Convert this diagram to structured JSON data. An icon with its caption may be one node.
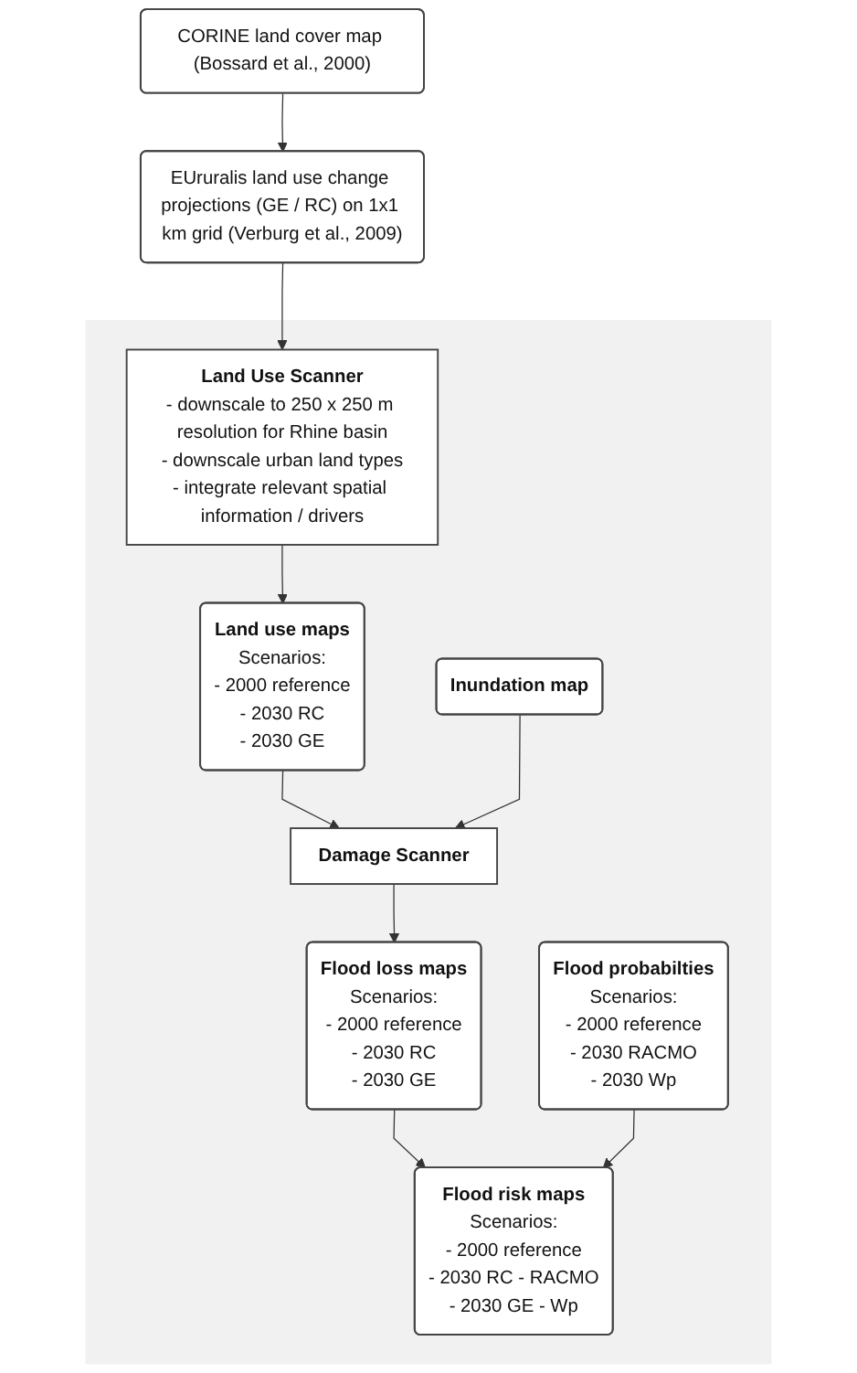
{
  "diagram": {
    "nodes": [
      {
        "text": [
          "CORINE land cover map (Bossard et al., 2000)"
        ]
      },
      {
        "text": [
          "EUruralis land use change projections (GE / RC) on 1x1 km grid (Verburg et al., 2009)"
        ]
      },
      {
        "text": [],
        "shape": "box"
      },
      {
        "text": [
          "Land Use Scanner",
          "- downscale to 250 x 250 m resolution for Rhine basin",
          "- downscale urban land types",
          "- integrate relevant spatial information / drivers"
        ],
        "in": 2
      },
      {
        "text": [
          "Land use maps",
          "Scenarios:",
          "- 2000 reference",
          "- 2030 RC",
          "- 2030 GE"
        ],
        "in": 2
      },
      {
        "text": [
          "Inundation map"
        ],
        "in": 2
      },
      {
        "text": [
          "Damage Scanner"
        ],
        "in": 2
      },
      {
        "text": [
          "Flood loss maps",
          "Scenarios:",
          "- 2000 reference",
          "- 2030 RC",
          "- 2030 GE"
        ],
        "in": 2
      },
      {
        "text": [
          "Flood probabilties",
          "Scenarios:",
          "- 2000 reference",
          "- 2030 RACMO",
          "- 2030 Wp"
        ],
        "in": 2
      },
      {
        "text": [
          "Flood risk maps",
          "Scenarios:",
          "- 2000 reference",
          "- 2030 RC - RACMO",
          "- 2030 GE - Wp"
        ],
        "in": 2
      }
    ],
    "edges": [
      {
        "from": 0,
        "to": 1,
        "arrow": "to"
      },
      {
        "from": 1,
        "to": 3,
        "arrow": "to"
      },
      {
        "from": 3,
        "to": 4,
        "arrow": "to"
      },
      {
        "from": 4,
        "to": 6,
        "arrow": "to"
      },
      {
        "from": 5,
        "to": 6,
        "arrow": "to"
      },
      {
        "from": 6,
        "to": 7,
        "arrow": "to"
      },
      {
        "from": 7,
        "to": 9,
        "arrow": "to"
      },
      {
        "from": 8,
        "to": 9,
        "arrow": "to"
      }
    ]
  }
}
